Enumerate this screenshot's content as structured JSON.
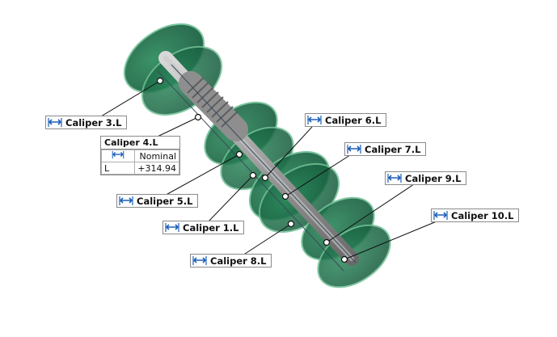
{
  "callouts": [
    {
      "label": "Caliper 3.L"
    },
    {
      "label": "Caliper 6.L"
    },
    {
      "label": "Caliper 7.L"
    },
    {
      "label": "Caliper 9.L"
    },
    {
      "label": "Caliper 10.L"
    },
    {
      "label": "Caliper 5.L"
    },
    {
      "label": "Caliper 1.L"
    },
    {
      "label": "Caliper 8.L"
    }
  ],
  "measurement_table": {
    "title": "Caliper 4.L",
    "header": "Nominal",
    "row_key": "L",
    "row_value": "+314.94"
  },
  "colors": {
    "disc_green": "#1f6b46",
    "disc_rim": "#2e8b5e",
    "shaft_gray": "#a8a8a8",
    "caliper_icon_blue": "#1d5fb8"
  },
  "icons": {
    "caliper": "caliper-dimension-icon"
  }
}
